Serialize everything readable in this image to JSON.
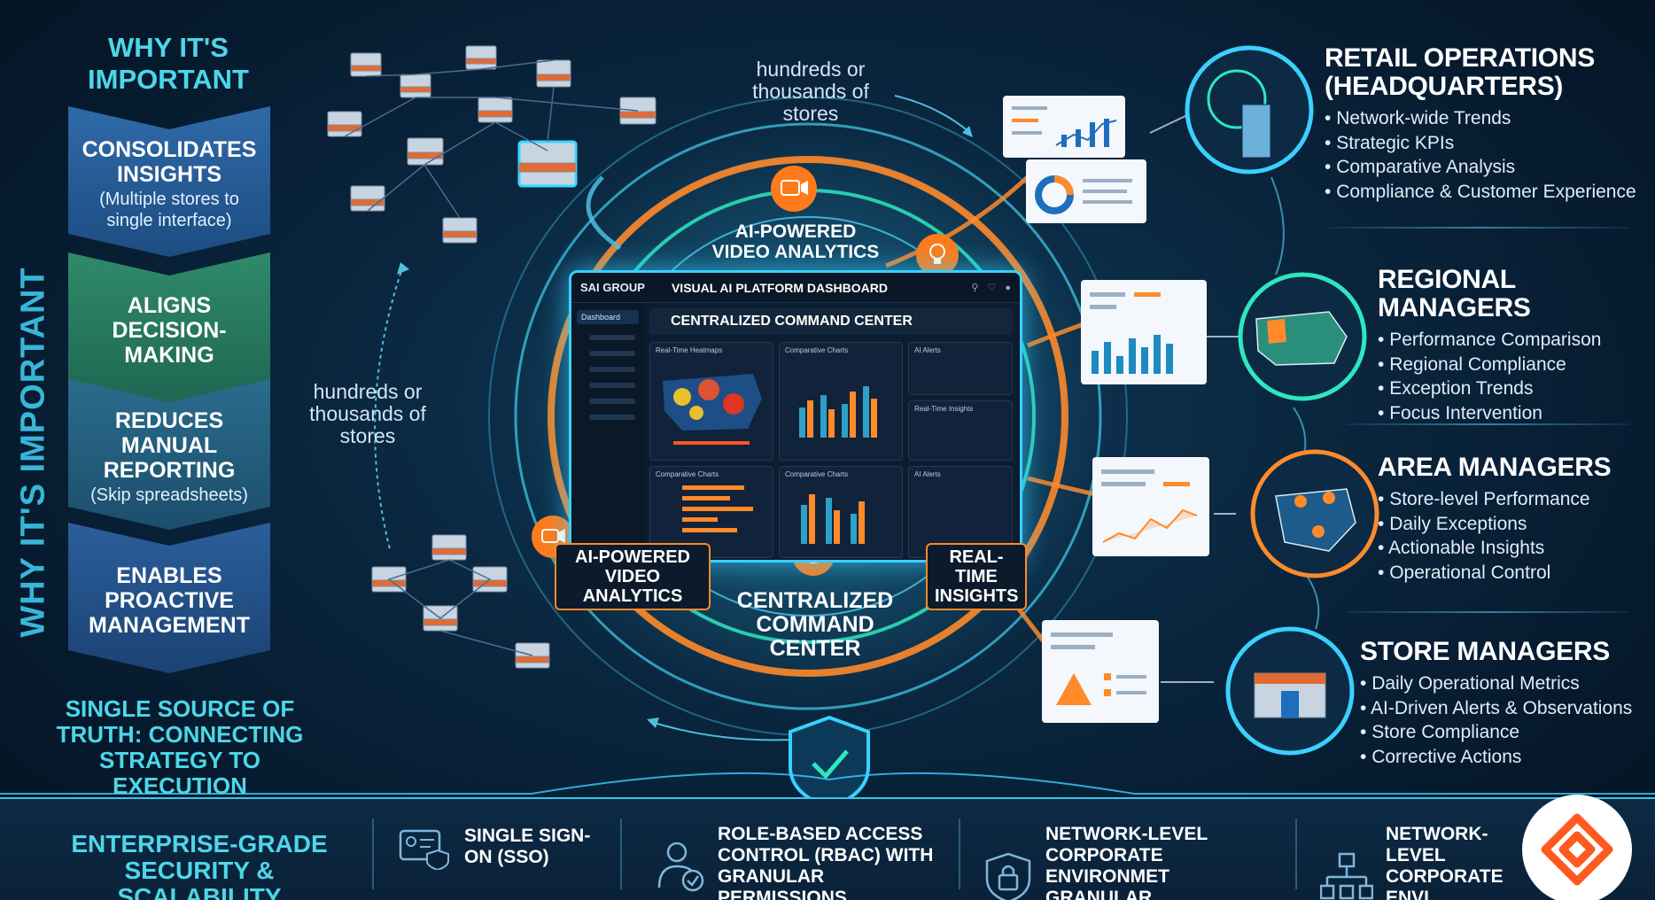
{
  "left": {
    "vertical_title": "WHY IT'S IMPORTANT",
    "heading": "WHY IT'S IMPORTANT",
    "steps": [
      {
        "title": "CONSOLIDATES INSIGHTS",
        "sub": "(Multiple stores to single interface)"
      },
      {
        "title": "ALIGNS DECISION-MAKING",
        "sub": ""
      },
      {
        "title": "REDUCES MANUAL REPORTING",
        "sub": "(Skip spreadsheets)"
      },
      {
        "title": "ENABLES PROACTIVE MANAGEMENT",
        "sub": ""
      }
    ],
    "truth": "SINGLE SOURCE OF TRUTH: CONNECTING STRATEGY TO EXECUTION"
  },
  "center": {
    "note_top": "hundreds or thousands of stores",
    "note_left": "hundreds or thousands of stores",
    "label_video_top": "AI-POWERED VIDEO ANALYTICS",
    "tag_video_bottom": "AI-POWERED VIDEO ANALYTICS",
    "tag_realtime": "REAL-TIME INSIGHTS",
    "label_center": "CENTRALIZED COMMAND CENTER",
    "dashboard": {
      "brand": "SAI GROUP",
      "title": "VISUAL AI PLATFORM DASHBOARD",
      "nav_first": "Dashboard",
      "banner": "CENTRALIZED COMMAND CENTER",
      "panels": {
        "heat": "Real-Time Heatmaps",
        "comp1": "Comparative Charts",
        "alert1": "AI Alerts",
        "insight": "Real-Time Insights",
        "comp2": "Comparative Charts",
        "comp3": "Comparative Charts",
        "alert2": "AI Alerts"
      }
    }
  },
  "roles": {
    "hq": {
      "title": "RETAIL OPERATIONS (HEADQUARTERS)",
      "items": [
        "Network-wide Trends",
        "Strategic KPIs",
        "Comparative Analysis",
        "Compliance & Customer Experience"
      ]
    },
    "regional": {
      "title": "REGIONAL MANAGERS",
      "items": [
        "Performance Comparison",
        "Regional Compliance",
        "Exception Trends",
        "Focus Intervention"
      ]
    },
    "area": {
      "title": "AREA MANAGERS",
      "items": [
        "Store-level Performance",
        "Daily Exceptions",
        "Actionable Insights",
        "Operational Control"
      ]
    },
    "store": {
      "title": "STORE MANAGERS",
      "items": [
        "Daily Operational Metrics",
        "AI-Driven Alerts & Observations",
        "Store Compliance",
        "Corrective Actions"
      ]
    }
  },
  "bottom": {
    "title": "ENTERPRISE-GRADE SECURITY & SCALABILITY",
    "items": [
      {
        "label": "SINGLE SIGN-ON (SSO)",
        "icon": "id-card-shield-icon"
      },
      {
        "label": "ROLE-BASED ACCESS CONTROL (RBAC) WITH GRANULAR PERMISSIONS",
        "icon": "user-check-icon"
      },
      {
        "label": "NETWORK-LEVEL CORPORATE ENVIRONMET GRANULAR PERMISSIONS",
        "icon": "shield-lock-icon"
      },
      {
        "label": "NETWORK-LEVEL CORPORATE ENVI RESTRICTION",
        "icon": "network-icon"
      }
    ]
  },
  "colors": {
    "accent": "#4ed6e8",
    "orange": "#ff8a2a",
    "teal": "#2ee6c0",
    "bg": "#0a2740"
  }
}
